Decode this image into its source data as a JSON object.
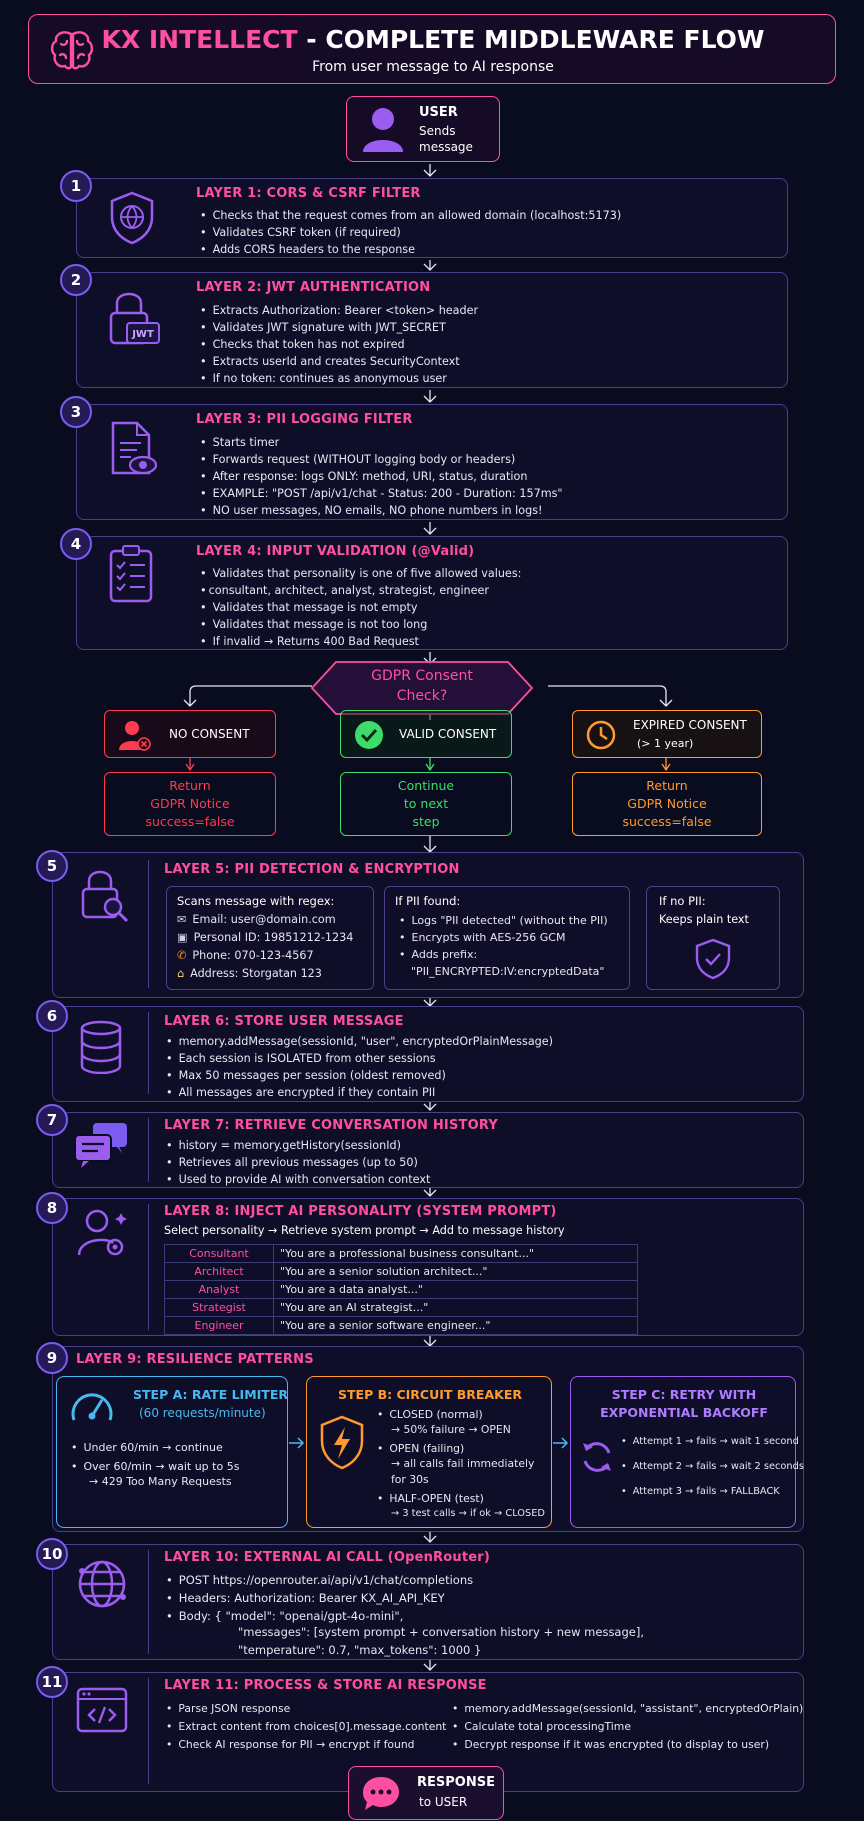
{
  "header": {
    "title_brand": "KX INTELLECT",
    "title_rest": " - COMPLETE MIDDLEWARE FLOW",
    "subtitle": "From user message to AI response"
  },
  "user": {
    "title": "USER",
    "sub1": "Sends",
    "sub2": "message"
  },
  "layers": [
    {
      "num": "1",
      "title": "LAYER 1: CORS & CSRF FILTER",
      "bullets": [
        "Checks that the request comes from an allowed domain (localhost:5173)",
        "Validates CSRF token (if required)",
        "Adds CORS headers to the response"
      ]
    },
    {
      "num": "2",
      "title": "LAYER 2: JWT AUTHENTICATION",
      "bullets": [
        "Extracts Authorization: Bearer <token> header",
        "Validates JWT signature with JWT_SECRET",
        "Checks that token has not expired",
        "Extracts userId and creates SecurityContext",
        "If no token: continues as anonymous user"
      ]
    },
    {
      "num": "3",
      "title": "LAYER 3: PII LOGGING FILTER",
      "bullets": [
        "Starts timer",
        "Forwards request (WITHOUT logging body or headers)",
        "After response: logs ONLY: method, URI, status, duration",
        "EXAMPLE: \"POST /api/v1/chat - Status: 200 - Duration: 157ms\"",
        "NO user messages, NO emails, NO phone numbers in logs!"
      ]
    },
    {
      "num": "4",
      "title": "LAYER 4: INPUT VALIDATION (@Valid)",
      "bullets": [
        "Validates that personality is one of five allowed values:",
        "Validates that message is not empty",
        "Validates that message is not too long",
        "If invalid → Returns 400 Bad Request"
      ],
      "cont": "consultant, architect, analyst, strategist, engineer"
    }
  ],
  "gdpr": {
    "check1": "GDPR Consent",
    "check2": "Check?",
    "no": "NO CONSENT",
    "valid": "VALID CONSENT",
    "expired": "EXPIRED CONSENT",
    "expired_sub": "(> 1 year)",
    "no_result": [
      "Return",
      "GDPR Notice",
      "success=false"
    ],
    "valid_result": [
      "Continue",
      "to next",
      "step"
    ],
    "expired_result": [
      "Return",
      "GDPR Notice",
      "success=false"
    ]
  },
  "layer5": {
    "num": "5",
    "title": "LAYER 5: PII DETECTION & ENCRYPTION",
    "scan_title": "Scans message with regex:",
    "scan": [
      "Email: user@domain.com",
      "Personal ID: 19851212-1234",
      "Phone: 070-123-4567",
      "Address: Storgatan 123"
    ],
    "found_title": "If PII found:",
    "found": [
      "Logs \"PII detected\" (without the PII)",
      "Encrypts with AES-256 GCM",
      "Adds prefix:"
    ],
    "found_cont": "\"PII_ENCRYPTED:IV:encryptedData\"",
    "nopii_title": "If no PII:",
    "nopii": "Keeps plain text"
  },
  "layer6": {
    "num": "6",
    "title": "LAYER 6: STORE USER MESSAGE",
    "bullets": [
      "memory.addMessage(sessionId, \"user\", encryptedOrPlainMessage)",
      "Each session is ISOLATED from other sessions",
      "Max 50 messages per session (oldest removed)",
      "All messages are encrypted if they contain PII"
    ]
  },
  "layer7": {
    "num": "7",
    "title": "LAYER 7: RETRIEVE CONVERSATION HISTORY",
    "bullets": [
      "history = memory.getHistory(sessionId)",
      "Retrieves all previous messages (up to 50)",
      "Used to provide AI with conversation context"
    ]
  },
  "layer8": {
    "num": "8",
    "title": "LAYER 8: INJECT AI PERSONALITY (SYSTEM PROMPT)",
    "intro": "Select personality → Retrieve system prompt → Add to message history",
    "rows": [
      {
        "k": "Consultant",
        "v": "\"You are a professional business consultant...\""
      },
      {
        "k": "Architect",
        "v": "\"You are a senior solution architect...\""
      },
      {
        "k": "Analyst",
        "v": "\"You are a data analyst...\""
      },
      {
        "k": "Strategist",
        "v": "\"You are an AI strategist...\""
      },
      {
        "k": "Engineer",
        "v": "\"You are a senior software engineer...\""
      }
    ]
  },
  "layer9": {
    "num": "9",
    "title": "LAYER 9: RESILIENCE PATTERNS",
    "a_title": "STEP A: RATE LIMITER",
    "a_sub": "(60 requests/minute)",
    "a_bullets": [
      "Under 60/min → continue",
      "Over 60/min → wait up to 5s"
    ],
    "a_cont": "→ 429 Too Many Requests",
    "b_title": "STEP B: CIRCUIT BREAKER",
    "b_closed": "CLOSED (normal)",
    "b_closed_sub": "→ 50% failure → OPEN",
    "b_open": "OPEN (failing)",
    "b_open_sub1": "→ all calls fail immediately",
    "b_open_sub2": "for 30s",
    "b_half": "HALF-OPEN (test)",
    "b_half_sub": "→ 3 test calls → if ok → CLOSED",
    "c_title1": "STEP C: RETRY WITH",
    "c_title2": "EXPONENTIAL BACKOFF",
    "c_bullets": [
      "Attempt 1 → fails → wait 1 second",
      "Attempt 2 → fails → wait 2 seconds",
      "Attempt 3 → fails → FALLBACK"
    ]
  },
  "layer10": {
    "num": "10",
    "title": "LAYER 10: EXTERNAL AI CALL (OpenRouter)",
    "b1": "POST https://openrouter.ai/api/v1/chat/completions",
    "b2": "Headers: Authorization: Bearer KX_AI_API_KEY",
    "b3": "Body: { \"model\": \"openai/gpt-4o-mini\",",
    "b3a": "\"messages\": [system prompt + conversation history + new message],",
    "b3b": "\"temperature\": 0.7, \"max_tokens\": 1000 }"
  },
  "layer11": {
    "num": "11",
    "title": "LAYER 11: PROCESS & STORE AI RESPONSE",
    "left": [
      "Parse JSON response",
      "Extract content from choices[0].message.content",
      "Check AI response for PII → encrypt if found"
    ],
    "right": [
      "memory.addMessage(sessionId, \"assistant\", encryptedOrPlain)",
      "Calculate total processingTime",
      "Decrypt response if it was encrypted (to display to user)"
    ]
  },
  "response": {
    "title": "RESPONSE",
    "sub": "to USER"
  },
  "colors": {
    "accent": "#ff4fa3",
    "purple": "#7a5cf0",
    "red": "#ff3b4f",
    "green": "#3ddc6a",
    "orange": "#ff9a2e",
    "blue": "#4ab8f0"
  }
}
